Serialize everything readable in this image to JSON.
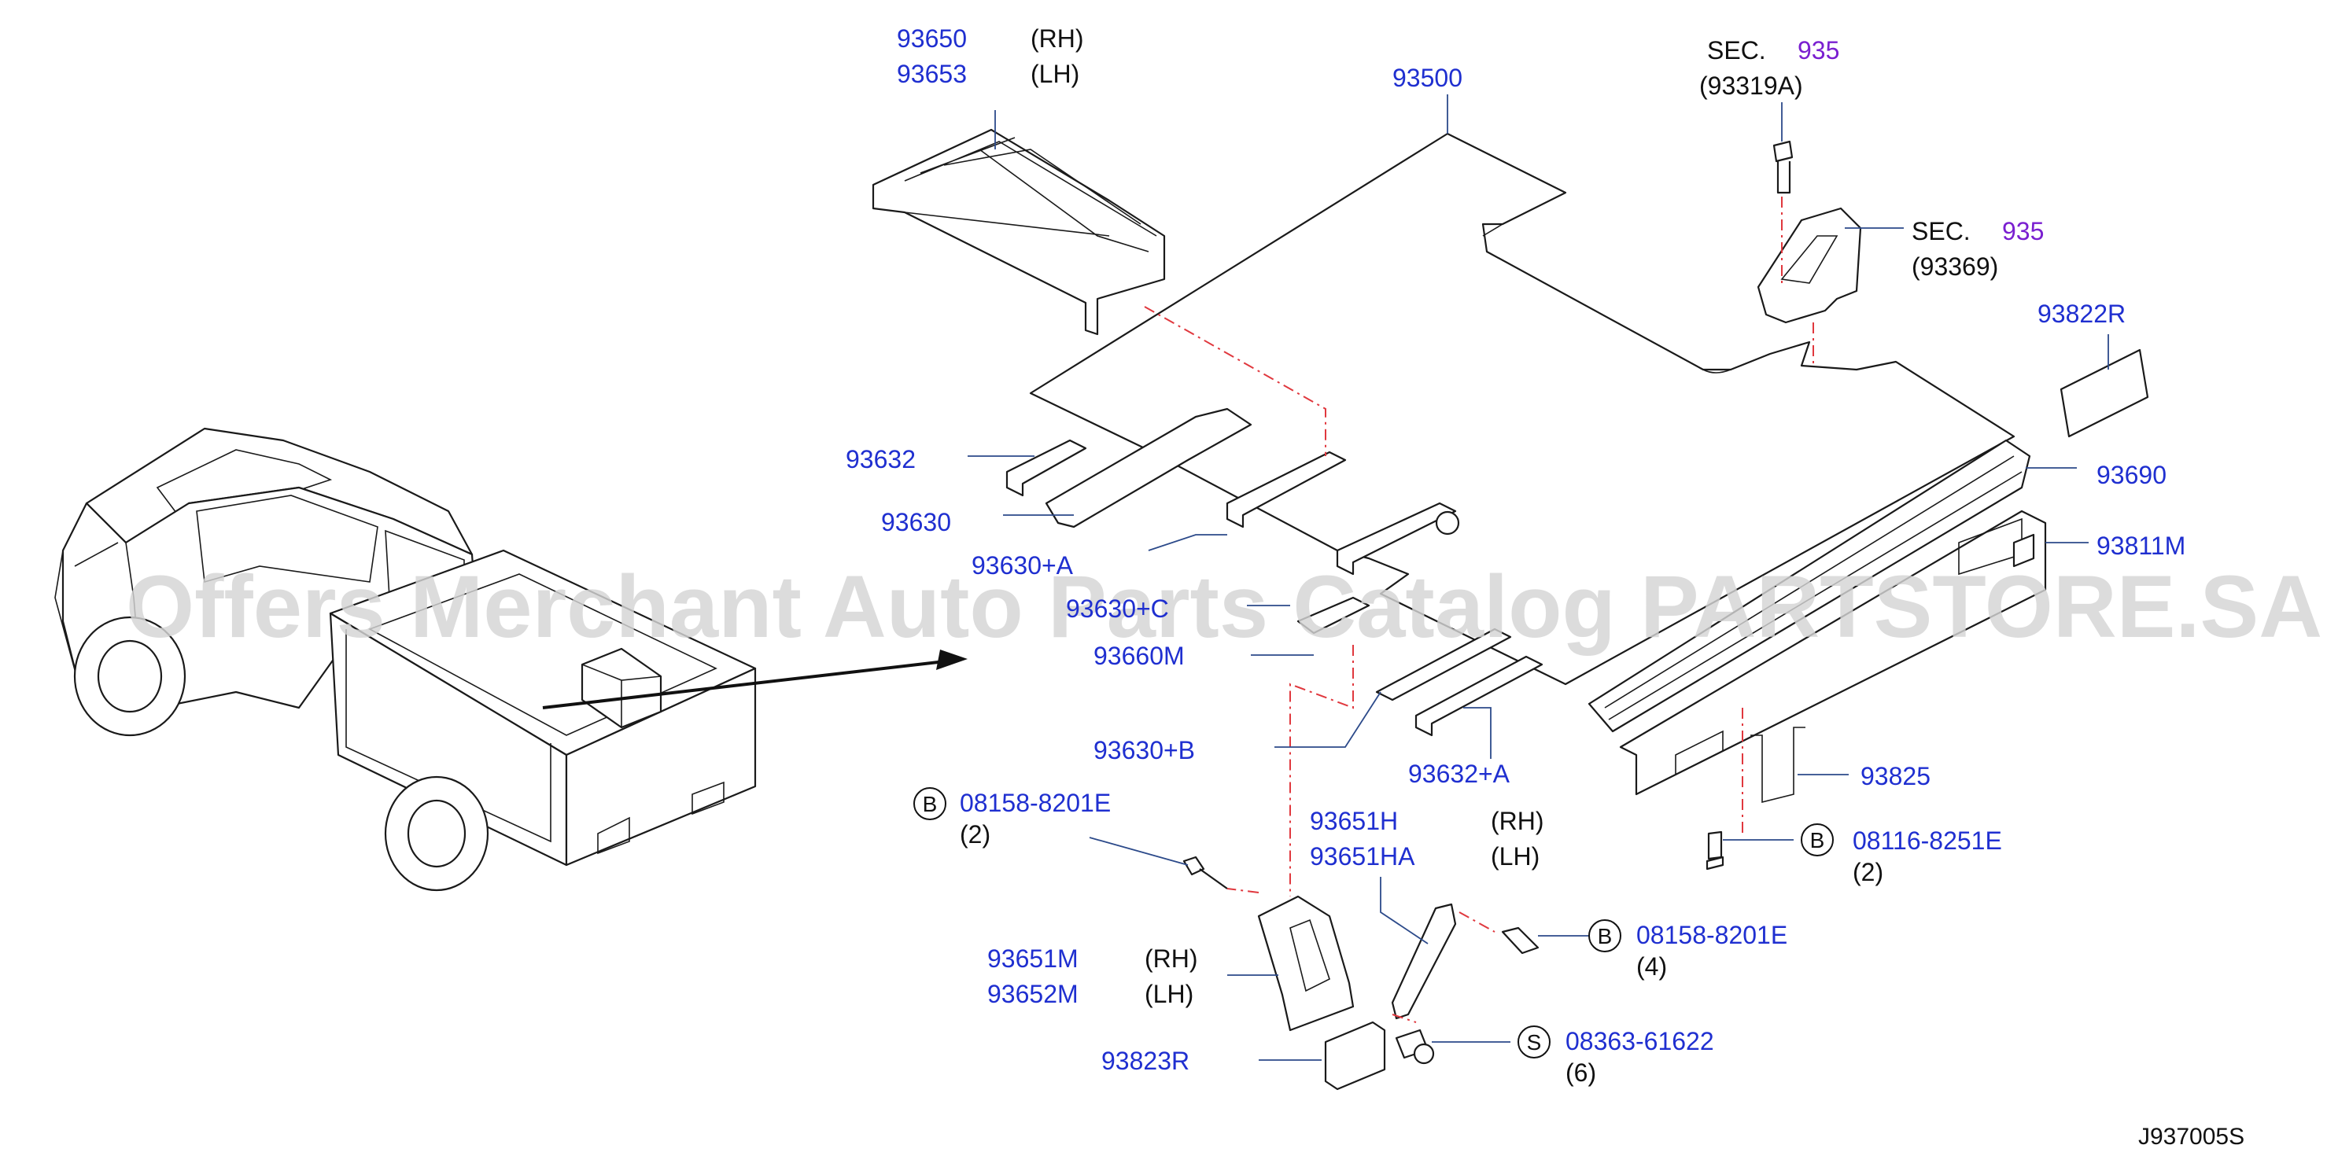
{
  "watermark": "Offers Merchant Auto Parts Catalog PARTSTORE.SA",
  "diagram_code": "J937005S",
  "colors": {
    "part_number": "#1f2fd0",
    "section_ref": "#7a1fd0",
    "dashed_guide": "#e0383e",
    "text": "#111111"
  },
  "labels": {
    "p93650": "93650",
    "p93650_side": "(RH)",
    "p93653": "93653",
    "p93653_side": "(LH)",
    "p93500": "93500",
    "sec1_prefix": "SEC.",
    "sec1_num": "935",
    "sec1_ref": "(93319A)",
    "sec2_prefix": "SEC.",
    "sec2_num": "935",
    "sec2_ref": "(93369)",
    "p93822R": "93822R",
    "p93690": "93690",
    "p93811M": "93811M",
    "p93632": "93632",
    "p93630": "93630",
    "p93630A": "93630+A",
    "p93630C": "93630+C",
    "p93660M": "93660M",
    "p93630B": "93630+B",
    "p93632A": "93632+A",
    "p93825": "93825",
    "b1_letter": "B",
    "b1_num": "08158-8201E",
    "b1_qty": "(2)",
    "b2_letter": "B",
    "b2_num": "08116-8251E",
    "b2_qty": "(2)",
    "p93651H": "93651H",
    "p93651H_side": "(RH)",
    "p93651HA": "93651HA",
    "p93651HA_side": "(LH)",
    "b3_letter": "B",
    "b3_num": "08158-8201E",
    "b3_qty": "(4)",
    "p93651M": "93651M",
    "p93651M_side": "(RH)",
    "p93652M": "93652M",
    "p93652M_side": "(LH)",
    "s1_letter": "S",
    "s1_num": "08363-61622",
    "s1_qty": "(6)",
    "p93823R": "93823R"
  }
}
